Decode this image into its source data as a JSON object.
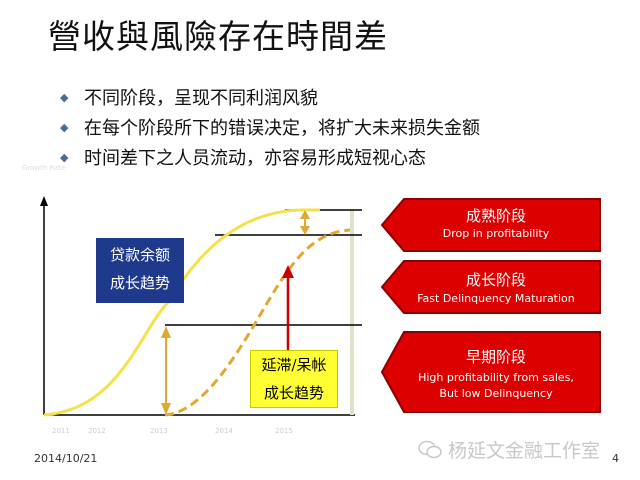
{
  "slide": {
    "title": "營收與風險存在時間差",
    "bullets": [
      "不同阶段，呈现不同利润风貌",
      "在每个阶段所下的错误决定，将扩大未来损失金额",
      "时间差下之人员流动，亦容易形成短视心态"
    ],
    "ghost_text": "Growth Rate",
    "date": "2014/10/21",
    "page": "4",
    "watermark": "杨延文金融工作室"
  },
  "diagram": {
    "x_ticks": [
      "2011",
      "2012",
      "2013",
      "2014",
      "2015"
    ],
    "loan_label": {
      "line1": "贷款余额",
      "line2": "成长趋势"
    },
    "delinquency_label": {
      "line1": "延滞/呆帐",
      "line2": "成长趋势"
    },
    "stages": [
      {
        "title": "成熟阶段",
        "subtitle": [
          "Drop in profitability"
        ]
      },
      {
        "title": "成长阶段",
        "subtitle": [
          "Fast Delinquency Maturation"
        ]
      },
      {
        "title": "早期阶段",
        "subtitle": [
          "High profitability from sales,",
          "But low Delinquency"
        ]
      }
    ],
    "colors": {
      "loan_curve": "#f5e14a",
      "delinquency_curve": "#e0a830",
      "stage_fill": "#dd0000",
      "stage_stroke": "#8b0000",
      "red_arrow": "#cc0000",
      "loan_label_bg": "#1f3a8c",
      "delinquency_label_bg": "#ffff33"
    }
  }
}
